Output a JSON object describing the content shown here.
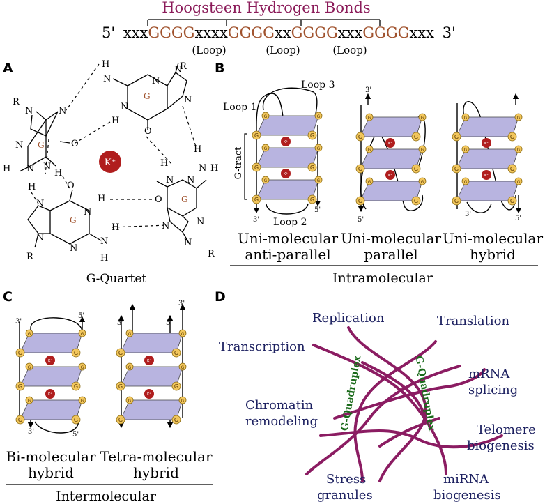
{
  "header": {
    "title": "Hoogsteen Hydrogen Bonds",
    "five_prime": "5'",
    "three_prime": "3'",
    "sequence": [
      {
        "t": "xxx",
        "g": false
      },
      {
        "t": "GGGG",
        "g": true
      },
      {
        "t": "xxxx",
        "g": false
      },
      {
        "t": "GGGG",
        "g": true
      },
      {
        "t": "xx",
        "g": false
      },
      {
        "t": "GGGG",
        "g": true
      },
      {
        "t": "xxx",
        "g": false
      },
      {
        "t": "GGGG",
        "g": true
      },
      {
        "t": "xxx",
        "g": false
      }
    ],
    "loops": [
      "(Loop)",
      "(Loop)",
      "(Loop)"
    ]
  },
  "panels": {
    "a": "A",
    "b": "B",
    "c": "C",
    "d": "D"
  },
  "panel_a": {
    "caption": "G-Quartet",
    "ion": "K⁺",
    "base_label": "G",
    "atoms": {
      "N": "N",
      "H": "H",
      "R": "R",
      "O": "O"
    }
  },
  "panel_b": {
    "loop1": "Loop 1",
    "loop2": "Loop 2",
    "loop3": "Loop 3",
    "g_tract": "G-tract",
    "prime3": "3'",
    "prime5": "5'",
    "g": "G",
    "ion": "K⁺",
    "structures": [
      {
        "line1": "Uni-molecular",
        "line2": "anti-parallel"
      },
      {
        "line1": "Uni-molecular",
        "line2": "parallel"
      },
      {
        "line1": "Uni-molecular",
        "line2": "hybrid"
      }
    ],
    "group_label": "Intramolecular"
  },
  "panel_c": {
    "structures": [
      {
        "line1": "Bi-molecular",
        "line2": "hybrid"
      },
      {
        "line1": "Tetra-molecular",
        "line2": "hybrid"
      }
    ],
    "group_label": "Intermolecular"
  },
  "panel_d": {
    "strand_label": "G-Quadruplex",
    "functions": {
      "replication": "Replication",
      "translation": "Translation",
      "transcription": "Transcription",
      "mrna_1": "mRNA",
      "mrna_2": "splicing",
      "chromatin_1": "Chromatin",
      "chromatin_2": "remodeling",
      "telomere_1": "Telomere",
      "telomere_2": "biogenesis",
      "stress_1": "Stress",
      "stress_2": "granules",
      "mirna_1": "miRNA",
      "mirna_2": "biogenesis"
    }
  },
  "colors": {
    "title": "#8b1c5a",
    "guanine": "#a0522d",
    "plane": "#b8b4e0",
    "gnode": "#f2c65c",
    "ion": "#b01e1e",
    "strand": "#8b1c62",
    "navy": "#1c2060",
    "green": "#1a6a1a"
  }
}
